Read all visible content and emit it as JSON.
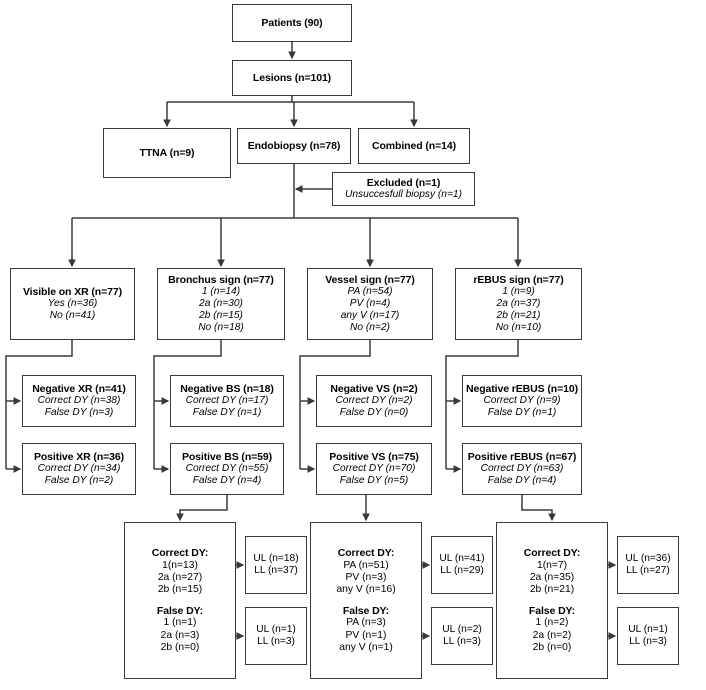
{
  "figure": {
    "type": "flowchart",
    "title": "Patient and lesion enrollment / diagnostic yield flowchart"
  },
  "colors": {
    "box_border": "#3a3a3a",
    "line": "#3a3a3a",
    "background": "#ffffff",
    "text": "#000000"
  },
  "nodes": {
    "patients": {
      "header": "Patients (90)"
    },
    "lesions": {
      "header": "Lesions (n=101)"
    },
    "ttna": {
      "header": "TTNA (n=9)"
    },
    "endobiopsy": {
      "header": "Endobiopsy (n=78)"
    },
    "combined": {
      "header": "Combined (n=14)"
    },
    "excluded": {
      "header": "Excluded (n=1)",
      "sub1": "Unsuccesfull biopsy (n=1)"
    },
    "visible_xr": {
      "header": "Visible on XR (n=77)",
      "rows": [
        "Yes (n=36)",
        "No (n=41)"
      ]
    },
    "bronchus_sign": {
      "header": "Bronchus sign (n=77)",
      "rows": [
        "1 (n=14)",
        "2a (n=30)",
        "2b (n=15)",
        "No (n=18)"
      ]
    },
    "vessel_sign": {
      "header": "Vessel sign (n=77)",
      "rows": [
        "PA (n=54)",
        "PV (n=4)",
        "any V (n=17)",
        "No (n=2)"
      ]
    },
    "rebus_sign": {
      "header": "rEBUS sign (n=77)",
      "rows": [
        "1 (n=9)",
        "2a (n=37)",
        "2b (n=21)",
        "No (n=10)"
      ]
    },
    "negative_xr": {
      "header": "Negative XR (n=41)",
      "rows": [
        "Correct DY (n=38)",
        "False DY (n=3)"
      ]
    },
    "positive_xr": {
      "header": "Positive XR (n=36)",
      "rows": [
        "Correct DY (n=34)",
        "False DY (n=2)"
      ]
    },
    "negative_bs": {
      "header": "Negative BS (n=18)",
      "rows": [
        "Correct DY (n=17)",
        "False DY (n=1)"
      ]
    },
    "positive_bs": {
      "header": "Positive BS (n=59)",
      "rows": [
        "Correct DY (n=55)",
        "False DY (n=4)"
      ]
    },
    "negative_vs": {
      "header": "Negative VS (n=2)",
      "rows": [
        "Correct DY (n=2)",
        "False DY (n=0)"
      ]
    },
    "positive_vs": {
      "header": "Positive VS (n=75)",
      "rows": [
        "Correct DY (n=70)",
        "False DY (n=5)"
      ]
    },
    "negative_rebus": {
      "header": "Negative rEBUS (n=10)",
      "rows": [
        "Correct DY (n=9)",
        "False DY (n=1)"
      ]
    },
    "positive_rebus": {
      "header": "Positive rEBUS (n=67)",
      "rows": [
        "Correct DY (n=63)",
        "False DY (n=4)"
      ]
    },
    "dy_bs": {
      "correct_header": "Correct DY:",
      "correct_rows": [
        "1(n=13)",
        "2a (n=27)",
        "2b (n=15)"
      ],
      "false_header": "False DY:",
      "false_rows": [
        "1 (n=1)",
        "2a (n=3)",
        "2b (n=0)"
      ]
    },
    "dy_vs": {
      "correct_header": "Correct DY:",
      "correct_rows": [
        "PA (n=51)",
        "PV (n=3)",
        "any V (n=16)"
      ],
      "false_header": "False DY:",
      "false_rows": [
        "PA (n=3)",
        "PV (n=1)",
        "any V (n=1)"
      ]
    },
    "dy_rebus": {
      "correct_header": "Correct DY:",
      "correct_rows": [
        "1(n=7)",
        "2a (n=35)",
        "2b (n=21)"
      ],
      "false_header": "False DY:",
      "false_rows": [
        "1 (n=2)",
        "2a (n=2)",
        "2b (n=0)"
      ]
    },
    "lobe_bs_correct": {
      "rows": [
        "UL (n=18)",
        "LL (n=37)"
      ]
    },
    "lobe_bs_false": {
      "rows": [
        "UL (n=1)",
        "LL (n=3)"
      ]
    },
    "lobe_vs_correct": {
      "rows": [
        "UL (n=41)",
        "LL (n=29)"
      ]
    },
    "lobe_vs_false": {
      "rows": [
        "UL (n=2)",
        "LL (n=3)"
      ]
    },
    "lobe_rebus_correct": {
      "rows": [
        "UL (n=36)",
        "LL (n=27)"
      ]
    },
    "lobe_rebus_false": {
      "rows": [
        "UL (n=1)",
        "LL (n=3)"
      ]
    }
  }
}
